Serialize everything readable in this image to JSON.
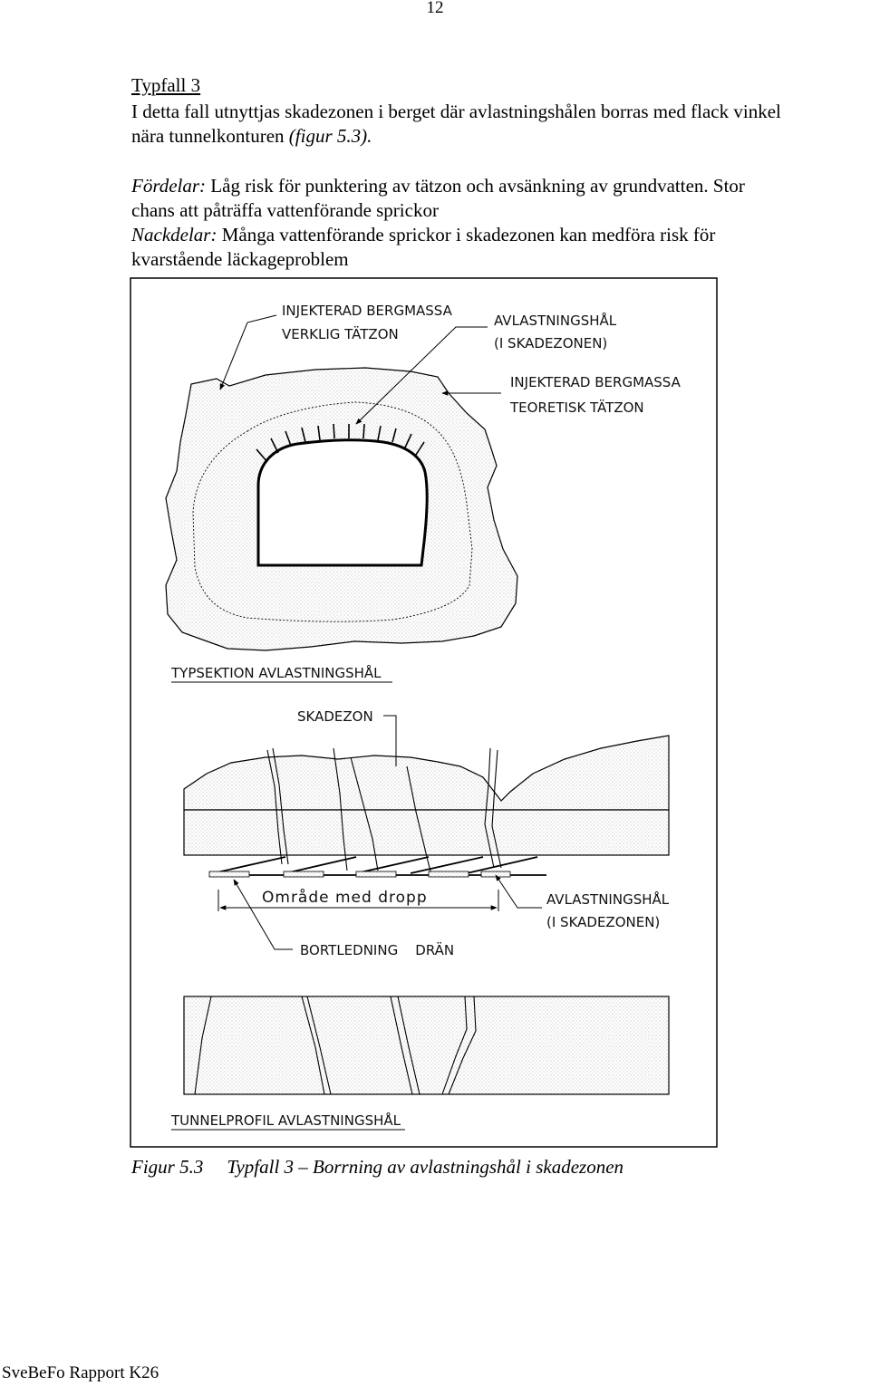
{
  "page_number": "12",
  "heading": "Typfall 3",
  "intro": {
    "line1": "I detta fall utnyttjas skadezonen i berget där avlastningshålen borras med flack vinkel",
    "line2_text": "nära tunnelkonturen ",
    "line2_ref": "(figur 5.3)."
  },
  "advantages": {
    "label": "Fördelar:",
    "line1_text": " Låg risk för punktering av tätzon och avsänkning av grundvatten. Stor",
    "line2": "chans att påträffa vattenförande sprickor"
  },
  "disadvantages": {
    "label": "Nackdelar:",
    "line1_text": " Många vattenförande sprickor i skadezonen kan medföra risk för",
    "line2": "kvarstående läckageproblem"
  },
  "figure": {
    "labels": {
      "injected_rock_1": "INJEKTERAD BERGMASSA",
      "actual_seal_zone": "VERKLIG TÄTZON",
      "relief_holes_1": "AVLASTNINGSHÅL",
      "in_damage_zone_1": "(I SKADEZONEN)",
      "injected_rock_2": "INJEKTERAD BERGMASSA",
      "theoretical_seal_zone": "TEORETISK TÄTZON",
      "type_section": "TYPSEKTION AVLASTNINGSHÅL",
      "damage_zone": "SKADEZON",
      "drip_area": "Område med dropp",
      "relief_holes_2": "AVLASTNINGSHÅL",
      "in_damage_zone_2": "(I SKADEZONEN)",
      "drainage": "BORTLEDNING    DRÄN",
      "tunnel_profile": "TUNNELPROFIL AVLASTNINGSHÅL"
    }
  },
  "caption": {
    "number": "Figur 5.3",
    "text": "Typfall 3 – Borrning av avlastningshål i skadezonen"
  },
  "footer": "SveBeFo Rapport K26"
}
